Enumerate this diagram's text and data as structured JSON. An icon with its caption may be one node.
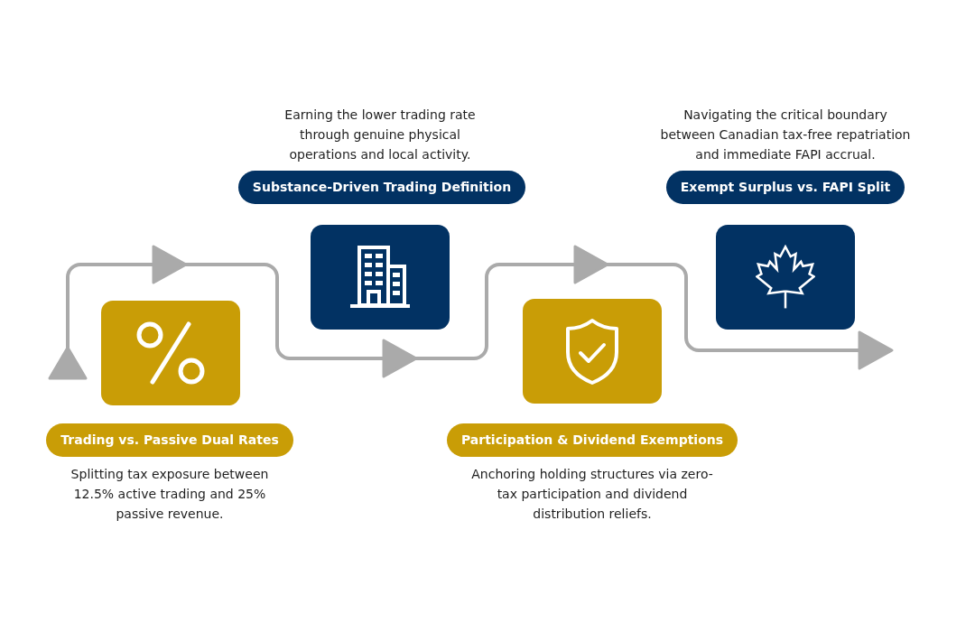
{
  "diagram": {
    "nodes": [
      {
        "text": [],
        "shape": "box"
      },
      {
        "text": [
          "Trading vs. Passive Dual Rates"
        ],
        "beside": [
          "Splitting tax exposure between 12.5% active trading and 25% passive revenue."
        ]
      },
      {
        "text": [],
        "shape": "box"
      },
      {
        "text": [
          "Substance-Driven Trading Definition"
        ],
        "beside": [
          "Earning the lower trading rate through genuine physical operations and local activity."
        ]
      },
      {
        "text": [],
        "shape": "box"
      },
      {
        "text": [
          "Participation & Dividend Exemptions"
        ],
        "beside": [
          "Anchoring holding structures via zero-tax participation and dividend distribution reliefs."
        ]
      },
      {
        "text": [],
        "shape": "box"
      },
      {
        "text": [
          "Exempt Surplus vs. FAPI Split"
        ],
        "beside": [
          "Navigating the critical boundary between Canadian tax-free repatriation and immediate FAPI accrual."
        ]
      }
    ]
  }
}
